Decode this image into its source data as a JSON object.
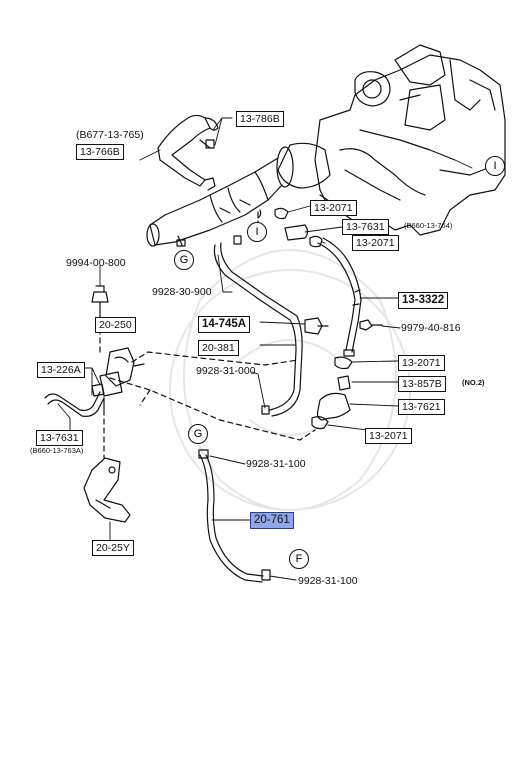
{
  "parts": {
    "p_13_786B": "13-786B",
    "p_B677_13_765": "(B677-13-765)",
    "p_13_766B": "13-766B",
    "p_13_2071_a": "13-2071",
    "p_13_7631_a": "13-7631",
    "p_B660_13_764": "(B660-13-764)",
    "p_13_2071_b": "13-2071",
    "p_9994_00_800": "9994-00-800",
    "p_9928_30_900": "9928-30-900",
    "p_13_3322": "13-3322",
    "p_14_745A": "14-745A",
    "p_9979_40_816": "9979-40-816",
    "p_20_250": "20-250",
    "p_20_381": "20-381",
    "p_13_2071_c": "13-2071",
    "p_9928_31_000": "9928-31-000",
    "p_13_226A": "13-226A",
    "p_13_857B": "13-857B",
    "p_no2": "(NO.2)",
    "p_13_7621": "13-7621",
    "p_13_7631_b": "13-7631",
    "p_B660_13_763A": "(B660-13-763A)",
    "p_13_2071_d": "13-2071",
    "p_9928_31_100_a": "9928-31-100",
    "p_20_761": "20-761",
    "p_20_25Y": "20-25Y",
    "p_9928_31_100_b": "9928-31-100"
  },
  "refs": {
    "I_top": "I",
    "I_mid": "I",
    "G_left": "G",
    "G_mid": "G",
    "F": "F"
  },
  "colors": {
    "line": "#111111",
    "highlight_fill": "#8fa7ea",
    "highlight_border": "#2a3d9a"
  }
}
